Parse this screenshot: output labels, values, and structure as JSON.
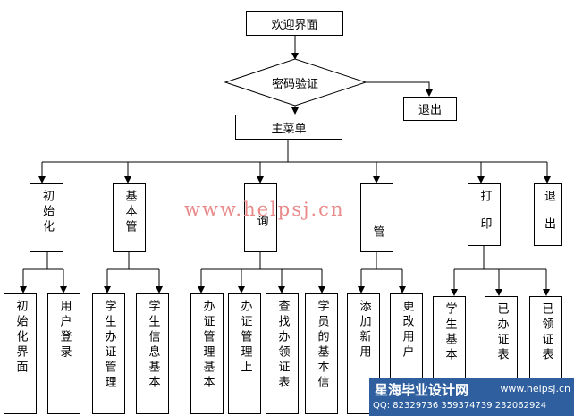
{
  "diagram": {
    "welcome": "欢迎界面",
    "password_check": "密码验证",
    "exit_top": "退出",
    "main_menu": "主菜单",
    "modules": [
      {
        "label": "初始化"
      },
      {
        "label": "基本管"
      },
      {
        "label": "询"
      },
      {
        "label": "管"
      },
      {
        "label": "打印"
      },
      {
        "label": "退出"
      }
    ],
    "leaves": [
      {
        "label": "初始化界面"
      },
      {
        "label": "用户登录"
      },
      {
        "label": "学生办证管理"
      },
      {
        "label": "学生信息基本"
      },
      {
        "label": "办证管理基本"
      },
      {
        "label": "办证管理上"
      },
      {
        "label": "查找办领证表"
      },
      {
        "label": "学员的基本信"
      },
      {
        "label": "添加新用"
      },
      {
        "label": "更改用户"
      },
      {
        "label": "学生基本"
      },
      {
        "label": "已办证表"
      },
      {
        "label": "已领证表"
      }
    ]
  },
  "watermark": "www.helpsj.cn",
  "banner": {
    "title": "星海毕业设计网",
    "url": "www.helpsj.cn",
    "qq": "QQ: 82329736  359374739  232062924"
  }
}
